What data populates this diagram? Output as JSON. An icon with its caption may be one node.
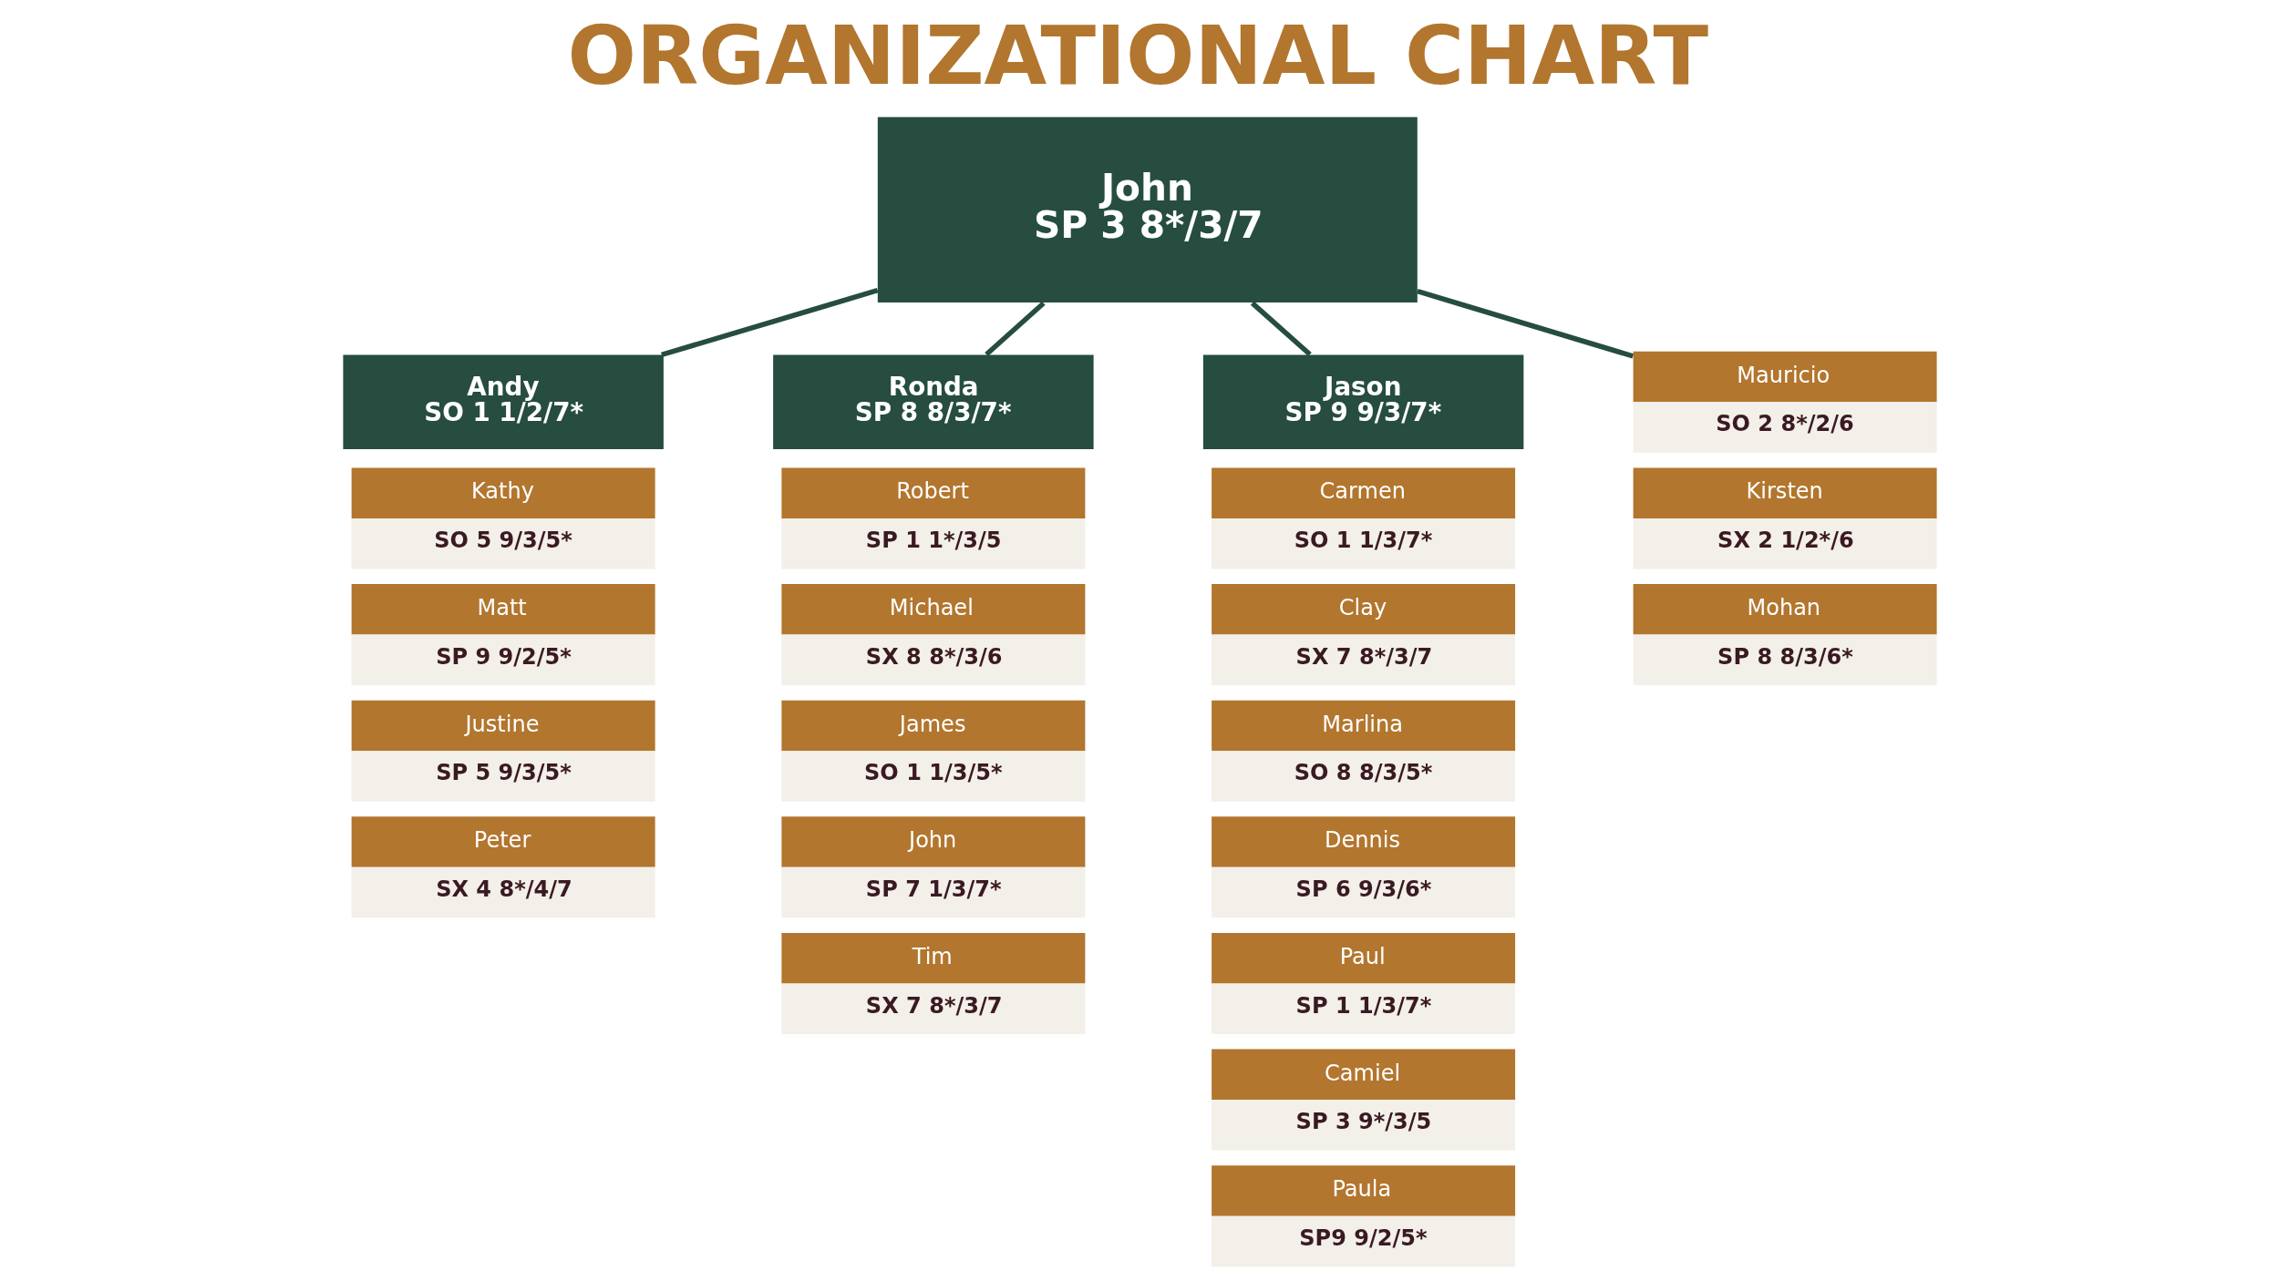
{
  "diagram": {
    "title": "ORGANIZATIONAL CHART",
    "nodes": [
      {
        "text": [
          "John",
          "SP 3 8*/3/7"
        ]
      },
      {
        "text": [
          "Andy",
          "SO 1 1/2/7*"
        ]
      },
      {
        "text": [
          "Ronda",
          "SP 8 8/3/7*"
        ]
      },
      {
        "text": [
          "Jason",
          "SP 9 9/3/7*"
        ]
      },
      {
        "text": [
          "Mauricio",
          "SO 2 8*/2/6"
        ]
      },
      {
        "text": [
          "Kathy",
          "SO 5 9/3/5*"
        ]
      },
      {
        "text": [
          "Matt",
          "SP 9 9/2/5*"
        ]
      },
      {
        "text": [
          "Justine",
          "SP 5 9/3/5*"
        ]
      },
      {
        "text": [
          "Peter",
          "SX 4 8*/4/7"
        ]
      },
      {
        "text": [
          "Robert",
          "SP 1 1*/3/5"
        ]
      },
      {
        "text": [
          "Michael",
          "SX 8 8*/3/6"
        ]
      },
      {
        "text": [
          "James",
          "SO 1 1/3/5*"
        ]
      },
      {
        "text": [
          "John",
          "SP 7 1/3/7*"
        ]
      },
      {
        "text": [
          "Tim",
          "SX 7 8*/3/7"
        ]
      },
      {
        "text": [
          "Carmen",
          "SO 1 1/3/7*"
        ]
      },
      {
        "text": [
          "Clay",
          "SX 7 8*/3/7"
        ]
      },
      {
        "text": [
          "Marlina",
          "SO 8 8/3/5*"
        ]
      },
      {
        "text": [
          "Dennis",
          "SP 6 9/3/6*"
        ]
      },
      {
        "text": [
          "Paul",
          "SP 1 1/3/7*"
        ]
      },
      {
        "text": [
          "Camiel",
          "SP 3 9*/3/5"
        ]
      },
      {
        "text": [
          "Paula",
          "SP9 9/2/5*"
        ]
      },
      {
        "text": [
          "Kirsten",
          "SX 2 1/2*/6"
        ]
      },
      {
        "text": [
          "Mohan",
          "SP 8 8/3/6*"
        ]
      }
    ],
    "edges": [
      {
        "from": 0,
        "to": 1,
        "arrow": "none"
      },
      {
        "from": 0,
        "to": 2,
        "arrow": "none"
      },
      {
        "from": 0,
        "to": 3,
        "arrow": "none"
      },
      {
        "from": 0,
        "to": 4,
        "arrow": "none"
      }
    ]
  }
}
